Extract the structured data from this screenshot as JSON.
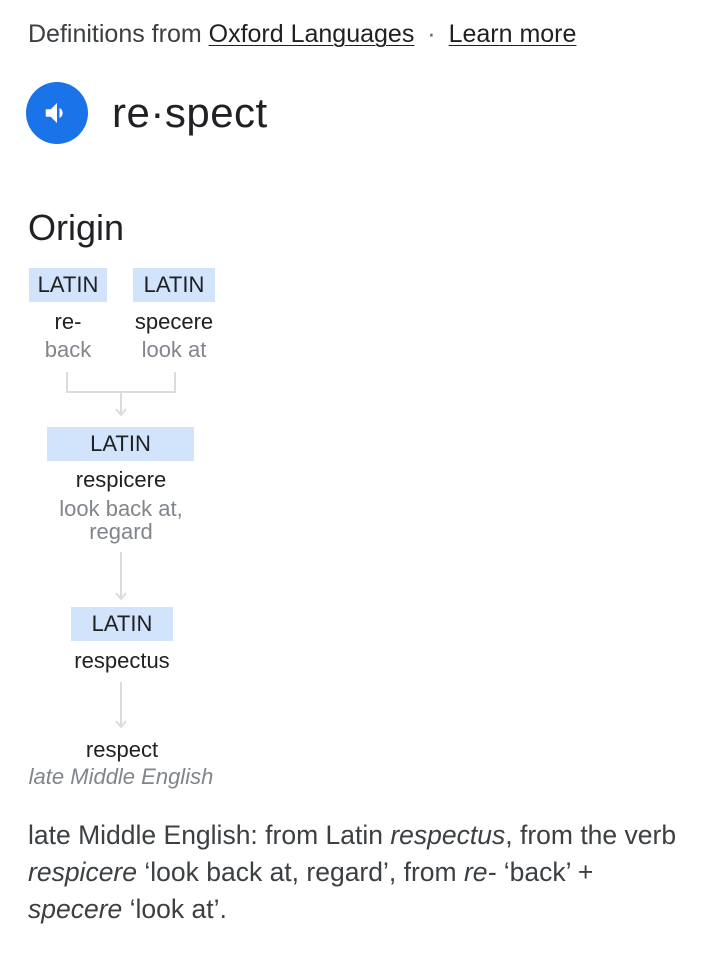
{
  "source": {
    "prefix": "Definitions from",
    "provider": "Oxford Languages",
    "separator": "·",
    "learn_more": "Learn more"
  },
  "headword": {
    "text": "re·spect",
    "audio_icon": "speaker-icon",
    "accent_color": "#1a73e8"
  },
  "origin": {
    "heading": "Origin",
    "chip_color": "#d2e3fc",
    "nodes": [
      {
        "language": "LATIN",
        "word": "re-",
        "gloss": "back"
      },
      {
        "language": "LATIN",
        "word": "specere",
        "gloss": "look at"
      },
      {
        "language": "LATIN",
        "word": "respicere",
        "gloss_line1": "look back at,",
        "gloss_line2": "regard"
      },
      {
        "language": "LATIN",
        "word": "respectus"
      },
      {
        "word": "respect",
        "gloss": "late Middle English"
      }
    ]
  },
  "etymology": {
    "p1": "late Middle English: from Latin ",
    "i1": "respectus",
    "p2": ", from the verb ",
    "i2": "respicere",
    "p3": " ‘look back at, regard’, from ",
    "i3": "re-",
    "p4": " ‘back’ + ",
    "i4": "specere",
    "p5": " ‘look at’."
  }
}
